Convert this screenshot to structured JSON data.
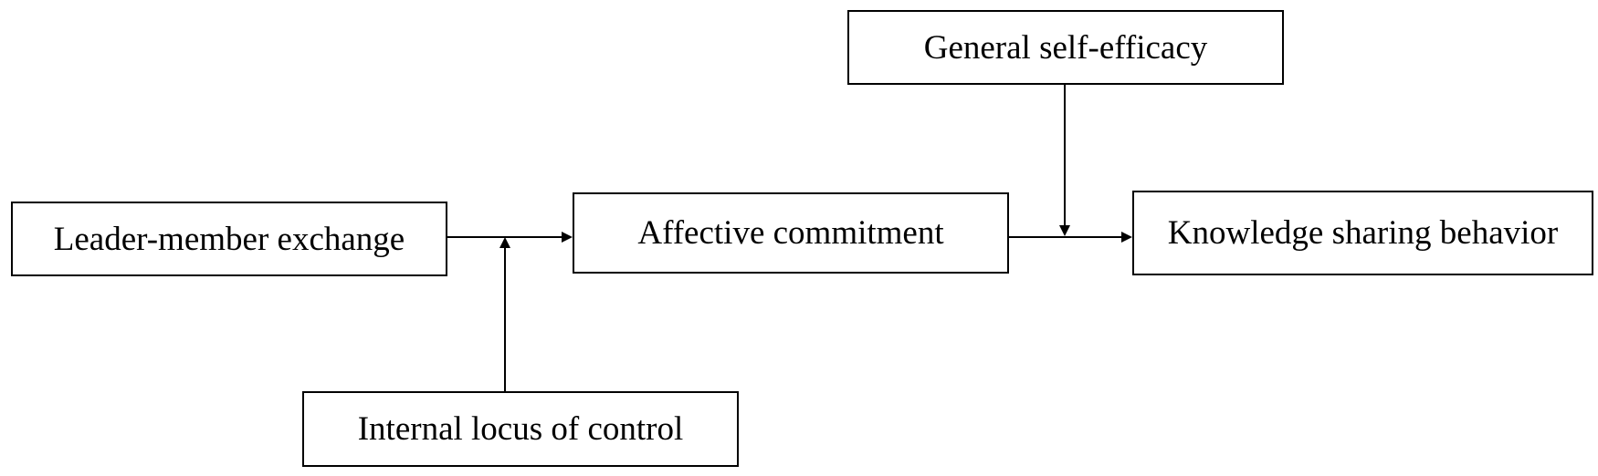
{
  "nodes": {
    "leader_member_exchange": "Leader-member exchange",
    "affective_commitment": "Affective commitment",
    "knowledge_sharing_behavior": "Knowledge sharing behavior",
    "general_self_efficacy": "General self-efficacy",
    "internal_locus_of_control": "Internal locus of control"
  },
  "edges": [
    {
      "from": "Leader-member exchange",
      "to": "Affective commitment"
    },
    {
      "from": "Affective commitment",
      "to": "Knowledge sharing behavior"
    },
    {
      "from": "Internal locus of control",
      "to": "Leader-member exchange → Affective commitment path"
    },
    {
      "from": "General self-efficacy",
      "to": "Affective commitment → Knowledge sharing behavior path"
    }
  ],
  "colors": {
    "line": "#000000",
    "box_border": "#000000",
    "background": "#ffffff"
  }
}
